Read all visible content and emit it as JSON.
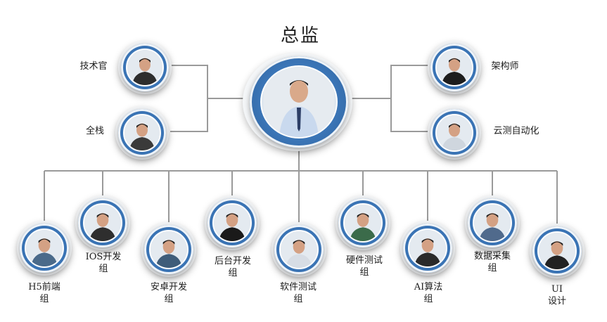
{
  "title": "总监",
  "colors": {
    "line": "#9a9a9a",
    "ring": "#3a74b5",
    "shell": "#f4f6f8"
  },
  "nodes": {
    "tech_officer": {
      "label": "技术官"
    },
    "fullstack": {
      "label": "全栈"
    },
    "architect": {
      "label": "架构师"
    },
    "cloud_automation": {
      "label": "云测自动化"
    },
    "h5": {
      "label": "H5前端\n组"
    },
    "ios": {
      "label": "IOS开发\n组"
    },
    "android": {
      "label": "安卓开发\n组"
    },
    "backend": {
      "label": "后台开发\n组"
    },
    "software_test": {
      "label": "软件测试\n组"
    },
    "hardware_test": {
      "label": "硬件测试\n组"
    },
    "ai": {
      "label": "AI算法\n组"
    },
    "data": {
      "label": "数据采集\n组"
    },
    "ui": {
      "label": "UI\n设计"
    }
  }
}
